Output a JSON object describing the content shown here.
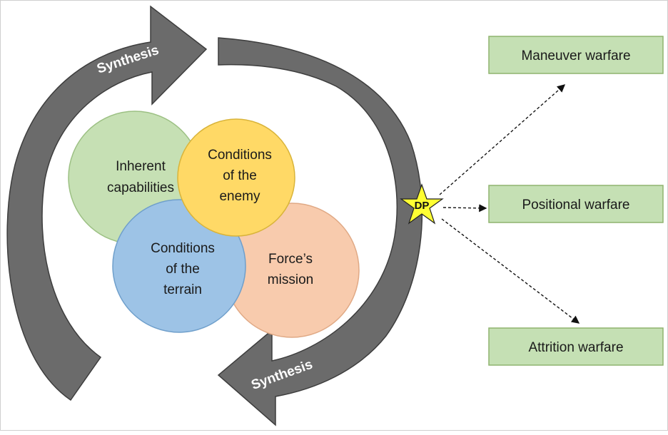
{
  "diagram": {
    "arc_labels": {
      "top": "Synthesis",
      "bottom": "Synthesis"
    },
    "circles": {
      "inherent": {
        "line1": "Inherent",
        "line2": "capabilities"
      },
      "enemy": {
        "line1": "Conditions",
        "line2": "of the",
        "line3": "enemy"
      },
      "terrain": {
        "line1": "Conditions",
        "line2": "of the",
        "line3": "terrain"
      },
      "mission": {
        "line1": "Force’s",
        "line2": "mission"
      }
    },
    "decision_point": "DP",
    "outcomes": {
      "maneuver": "Maneuver warfare",
      "positional": "Positional warfare",
      "attrition": "Attrition warfare"
    }
  },
  "colors": {
    "arrow_fill": "#6b6b6b",
    "arrow_stroke": "#3d3d3d",
    "inherent": "#c6e0b4",
    "enemy": "#ffd966",
    "terrain": "#9dc3e6",
    "mission": "#f8cbad",
    "box_fill": "#c5e0b4",
    "box_stroke": "#8fb46f",
    "star": "#ffff33"
  }
}
